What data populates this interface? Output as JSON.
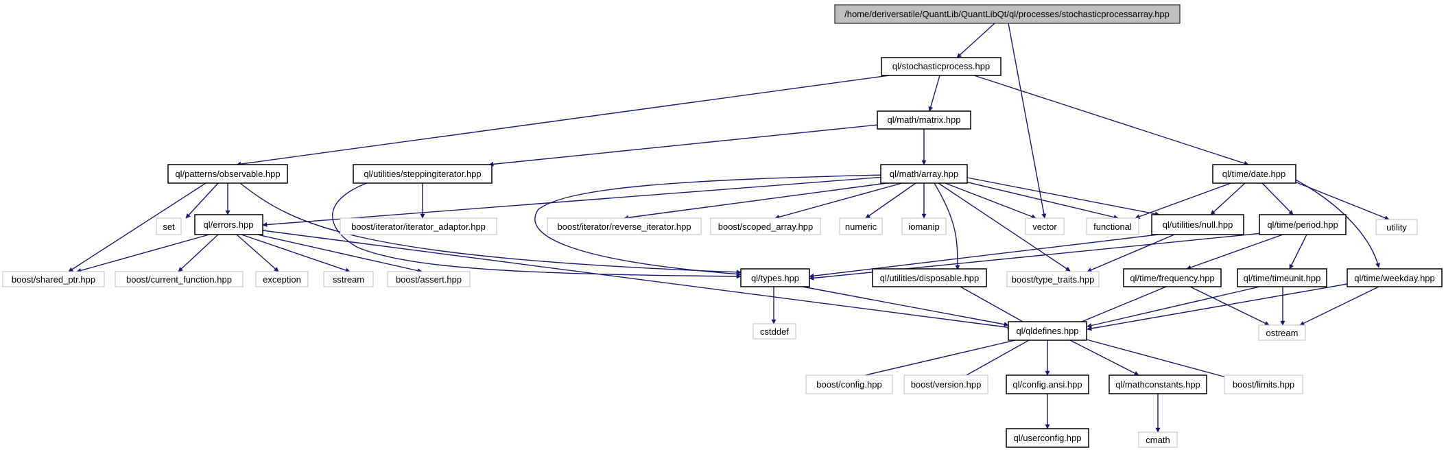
{
  "colors": {
    "edge": "#191970",
    "root_fill": "#bfbfbf",
    "node_border": "#000000",
    "external_border": "#bfbfbf",
    "background": "#ffffff"
  },
  "nodes": {
    "root": "/home/deriversatile/QuantLib/QuantLibQt/ql/processes/stochasticprocessarray.hpp",
    "stochasticprocess": "ql/stochasticprocess.hpp",
    "matrix": "ql/math/matrix.hpp",
    "observable": "ql/patterns/observable.hpp",
    "steppingiterator": "ql/utilities/steppingiterator.hpp",
    "array": "ql/math/array.hpp",
    "date": "ql/time/date.hpp",
    "set": "set",
    "errors": "ql/errors.hpp",
    "iterator_adaptor": "boost/iterator/iterator_adaptor.hpp",
    "reverse_iterator": "boost/iterator/reverse_iterator.hpp",
    "scoped_array": "boost/scoped_array.hpp",
    "numeric": "numeric",
    "iomanip": "iomanip",
    "vector": "vector",
    "functional": "functional",
    "null": "ql/utilities/null.hpp",
    "period": "ql/time/period.hpp",
    "utility": "utility",
    "shared_ptr": "boost/shared_ptr.hpp",
    "current_function": "boost/current_function.hpp",
    "exception": "exception",
    "sstream": "sstream",
    "assert": "boost/assert.hpp",
    "types": "ql/types.hpp",
    "disposable": "ql/utilities/disposable.hpp",
    "type_traits": "boost/type_traits.hpp",
    "frequency": "ql/time/frequency.hpp",
    "timeunit": "ql/time/timeunit.hpp",
    "weekday": "ql/time/weekday.hpp",
    "cstddef": "cstddef",
    "qldefines": "ql/qldefines.hpp",
    "ostream": "ostream",
    "config": "boost/config.hpp",
    "version": "boost/version.hpp",
    "config_ansi": "ql/config.ansi.hpp",
    "mathconstants": "ql/mathconstants.hpp",
    "limits": "boost/limits.hpp",
    "userconfig": "ql/userconfig.hpp",
    "cmath": "cmath"
  }
}
